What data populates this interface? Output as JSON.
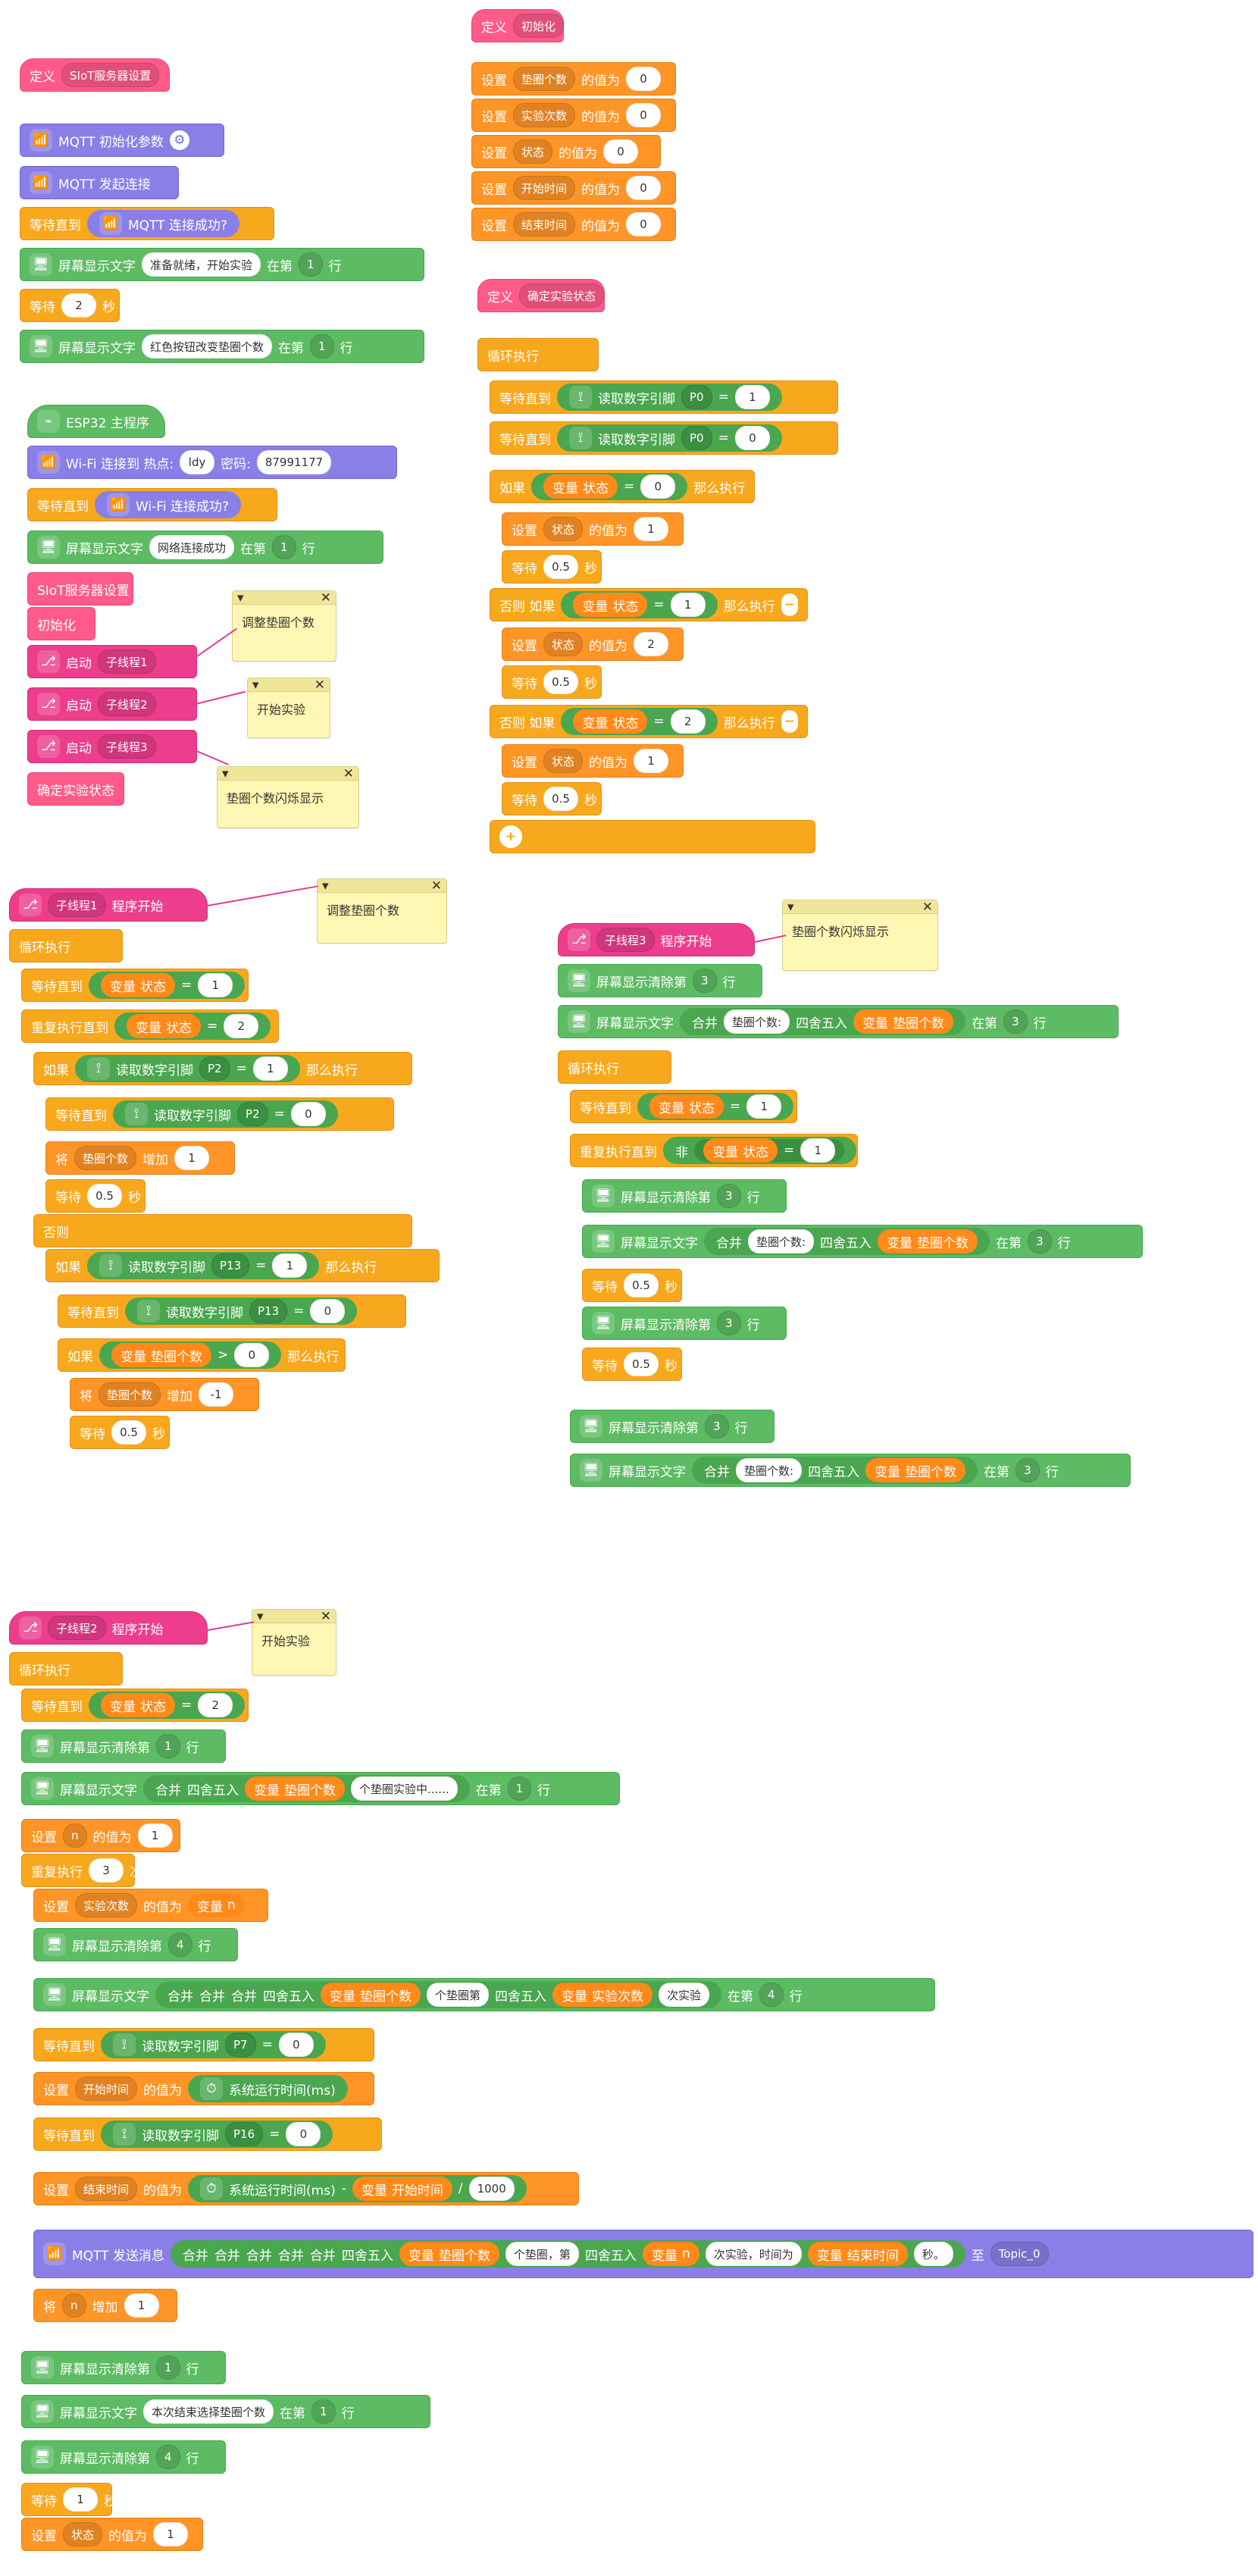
{
  "colors": {
    "control": "#f7a81d",
    "control_dark": "#ff9526",
    "logic": "#5dbb63",
    "mqtt": "#8a7fe6",
    "event": "#ec3e8c",
    "define": "#ff5a8a",
    "note": "#fff7b3",
    "link": "#e23b8f"
  },
  "stacks": {
    "siot": {
      "define_label": "定义",
      "define_name": "SIoT服务器设置",
      "mqtt_init": "MQTT 初始化参数",
      "mqtt_connect": "MQTT 发起连接",
      "wait_until": "等待直到",
      "mqtt_connected": "MQTT 连接成功?",
      "print_label": "屏幕显示文字",
      "print_1_text": "准备就绪，开始实验",
      "at_row_label": "在第",
      "row_word": "行",
      "row_1": "1",
      "wait_label": "等待",
      "wait_2": "2",
      "seconds": "秒",
      "print_2_text": "红色按钮改变垫圈个数"
    },
    "init": {
      "define_label": "定义",
      "define_name": "初始化",
      "set_label": "设置",
      "value_label": "的值为",
      "vars": [
        "垫圈个数",
        "实验次数",
        "状态",
        "开始时间",
        "结束时间"
      ],
      "vals": [
        "0",
        "0",
        "0",
        "0",
        "0"
      ]
    },
    "esp32": {
      "hat": "ESP32 主程序",
      "wifi_connect": "Wi-Fi 连接到 热点:",
      "ssid": "ldy",
      "pwd_label": "密码:",
      "pwd": "87991177",
      "wait_until": "等待直到",
      "wifi_connected": "Wi-Fi 连接成功?",
      "print_label": "屏幕显示文字",
      "print_text": "网络连接成功",
      "at_row_label": "在第",
      "row_word": "行",
      "row_1": "1",
      "call_siot": "SIoT服务器设置",
      "call_init": "初始化",
      "start_label": "启动",
      "threads": [
        "子线程1",
        "子线程2",
        "子线程3"
      ],
      "call_confirm": "确定实验状态"
    },
    "confirm": {
      "define_label": "定义",
      "define_name": "确定实验状态",
      "loop": "循环执行",
      "wait_until": "等待直到",
      "read_pin": "读取数字引脚",
      "pin_p0": "P0",
      "eq": "=",
      "one": "1",
      "zero": "0",
      "if": "如果",
      "var_label": "变量",
      "state": "状态",
      "then": "那么执行",
      "set_label": "设置",
      "value_label": "的值为",
      "wait_label": "等待",
      "sec": "秒",
      "wait_val": "0.5",
      "elif": "否则 如果",
      "two": "2"
    },
    "thread1": {
      "hat_thread": "子线程1",
      "hat_start": "程序开始",
      "loop": "循环执行",
      "wait_until": "等待直到",
      "var_label": "变量",
      "state": "状态",
      "eq": "=",
      "one": "1",
      "repeat_until": "重复执行直到",
      "two": "2",
      "if": "如果",
      "read_pin": "读取数字引脚",
      "p2": "P2",
      "then": "那么执行",
      "zero": "0",
      "change_label": "将",
      "var_washer": "垫圈个数",
      "increase": "增加",
      "inc_1": "1",
      "wait_label": "等待",
      "wait_val": "0.5",
      "sec": "秒",
      "else": "否则",
      "p13": "P13",
      "gt": ">",
      "dec_val": "-1"
    },
    "thread3": {
      "hat_thread": "子线程3",
      "hat_start": "程序开始",
      "clear": "屏幕显示清除第",
      "row_3": "3",
      "row_word": "行",
      "print_label": "屏幕显示文字",
      "join": "合并",
      "washer_prefix": "垫圈个数:",
      "round": "四舍五入",
      "var_label": "变量",
      "washer_var": "垫圈个数",
      "at_row_label": "在第",
      "loop": "循环执行",
      "wait_until": "等待直到",
      "state": "状态",
      "eq": "=",
      "one": "1",
      "repeat_until": "重复执行直到",
      "not": "非",
      "wait_label": "等待",
      "wait_val": "0.5",
      "sec": "秒"
    },
    "thread2": {
      "hat_thread": "子线程2",
      "hat_start": "程序开始",
      "loop": "循环执行",
      "wait_until": "等待直到",
      "var_label": "变量",
      "state": "状态",
      "eq": "=",
      "two": "2",
      "clear": "屏幕显示清除第",
      "row_1": "1",
      "row_word": "行",
      "print_label": "屏幕显示文字",
      "join": "合并",
      "round": "四舍五入",
      "washer_var": "垫圈个数",
      "washer_text": "个垫圈实验中......",
      "at_row_label": "在第",
      "set_label": "设置",
      "n": "n",
      "value_label": "的值为",
      "one": "1",
      "repeat": "重复执行",
      "repeat_3": "3",
      "times": "次",
      "exp_count": "实验次数",
      "var_n": "n",
      "row_4": "4",
      "washer_th": "个垫圈第",
      "exp_count_var": "实验次数",
      "exp_text": "次实验",
      "read_pin": "读取数字引脚",
      "p7": "P7",
      "zero": "0",
      "start_time": "开始时间",
      "runtime": "系统运行时间(ms)",
      "p16": "P16",
      "end_time": "结束时间",
      "minus": "-",
      "start_time_var": "开始时间",
      "div": "/",
      "ms": "1000",
      "mqtt_send": "MQTT 发送消息",
      "washer_comma": "个垫圈，第",
      "n_var": "n",
      "exp_time": "次实验，时间为",
      "end_time_var": "结束时间",
      "sec_period": "秒。",
      "to": "至",
      "topic": "Topic_0",
      "change_label": "将",
      "inc_1": "1",
      "increase": "增加",
      "end_print_text": "本次结束选择垫圈个数",
      "wait_label": "等待",
      "wait_1": "1",
      "sec": "秒"
    }
  },
  "notes": {
    "n1": "调整垫圈个数",
    "n2": "开始实验",
    "n3": "垫圈个数闪烁显示",
    "n4": "调整垫圈个数",
    "n5": "垫圈个数闪烁显示",
    "n6": "开始实验"
  }
}
